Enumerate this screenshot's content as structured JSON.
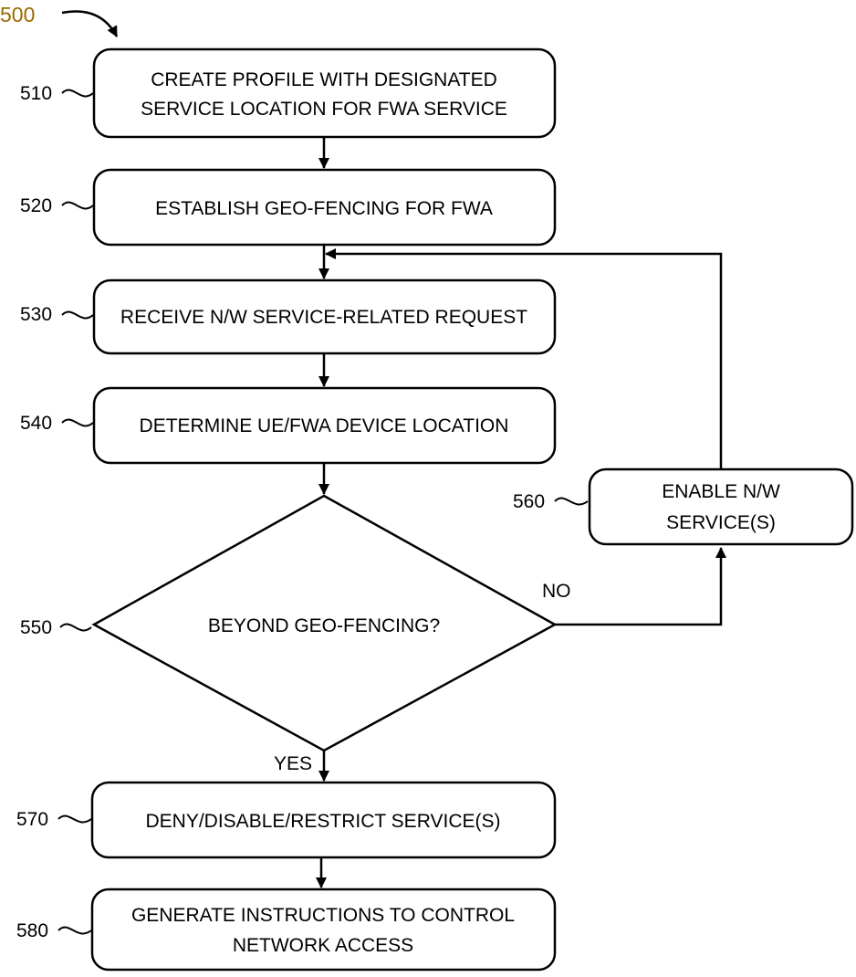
{
  "figure": {
    "number": "500"
  },
  "steps": {
    "s510": {
      "ref": "510",
      "lines": [
        "CREATE PROFILE WITH DESIGNATED",
        "SERVICE LOCATION FOR FWA SERVICE"
      ]
    },
    "s520": {
      "ref": "520",
      "lines": [
        "ESTABLISH GEO-FENCING FOR FWA"
      ]
    },
    "s530": {
      "ref": "530",
      "lines": [
        "RECEIVE N/W SERVICE-RELATED REQUEST"
      ]
    },
    "s540": {
      "ref": "540",
      "lines": [
        "DETERMINE UE/FWA DEVICE LOCATION"
      ]
    },
    "s550": {
      "ref": "550",
      "lines": [
        "BEYOND GEO-FENCING?"
      ]
    },
    "s560": {
      "ref": "560",
      "lines": [
        "ENABLE N/W",
        "SERVICE(S)"
      ]
    },
    "s570": {
      "ref": "570",
      "lines": [
        "DENY/DISABLE/RESTRICT SERVICE(S)"
      ]
    },
    "s580": {
      "ref": "580",
      "lines": [
        "GENERATE INSTRUCTIONS TO CONTROL",
        "NETWORK ACCESS"
      ]
    }
  },
  "branches": {
    "no": "NO",
    "yes": "YES"
  },
  "colors": {
    "figure_number": "#9c6b00",
    "stroke": "#000000",
    "background": "#ffffff"
  }
}
